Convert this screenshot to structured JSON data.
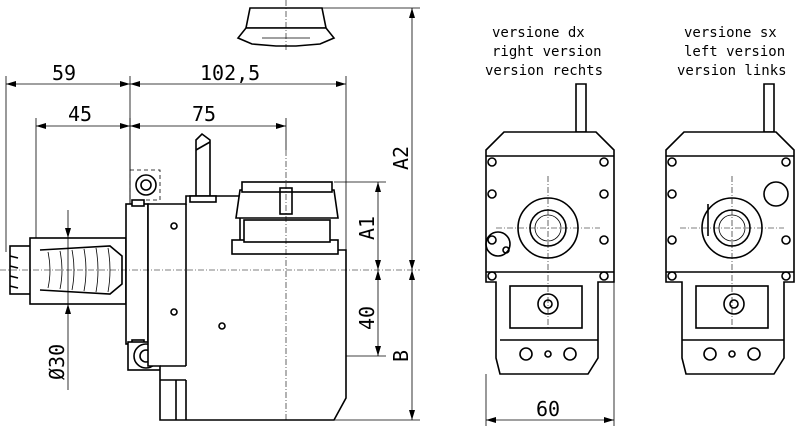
{
  "dimensions": {
    "d59": "59",
    "d102": "102,5",
    "d45": "45",
    "d75": "75",
    "dA2": "A2",
    "dA1": "A1",
    "d40": "40",
    "dB": "B",
    "d30": "Ø30",
    "d60": "60"
  },
  "labels": {
    "right": [
      "versione dx",
      "right version",
      "version rechts"
    ],
    "left": [
      "versione sx",
      "left version",
      "version links"
    ]
  },
  "colors": {
    "line": "#000000",
    "background": "#ffffff"
  }
}
